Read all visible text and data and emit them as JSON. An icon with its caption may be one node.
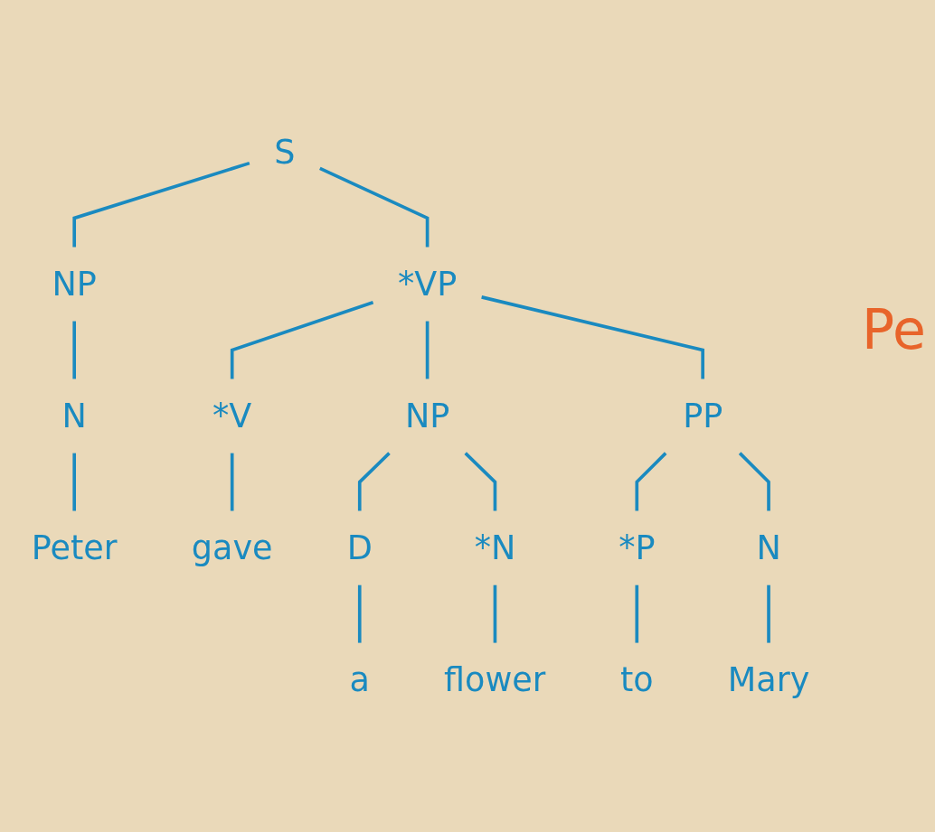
{
  "diagram": {
    "nodes": [
      {
        "text": [
          "S"
        ]
      },
      {
        "text": [
          "NP"
        ]
      },
      {
        "text": [
          "*VP"
        ]
      },
      {
        "text": [
          "N"
        ]
      },
      {
        "text": [
          "*V"
        ]
      },
      {
        "text": [
          "NP"
        ]
      },
      {
        "text": [
          "PP"
        ]
      },
      {
        "text": [
          "D"
        ]
      },
      {
        "text": [
          "*N"
        ]
      },
      {
        "text": [
          "*P"
        ]
      },
      {
        "text": [
          "N"
        ]
      },
      {
        "text": [
          "Peter"
        ]
      },
      {
        "text": [
          "gave"
        ]
      },
      {
        "text": [
          "a"
        ]
      },
      {
        "text": [
          "flower"
        ]
      },
      {
        "text": [
          "to"
        ]
      },
      {
        "text": [
          "Mary"
        ]
      }
    ],
    "edges": [
      {
        "from": 0,
        "to": 1,
        "arrow": "none"
      },
      {
        "from": 0,
        "to": 2,
        "arrow": "none"
      },
      {
        "from": 1,
        "to": 3,
        "arrow": "none"
      },
      {
        "from": 2,
        "to": 4,
        "arrow": "none"
      },
      {
        "from": 2,
        "to": 5,
        "arrow": "none"
      },
      {
        "from": 2,
        "to": 6,
        "arrow": "none"
      },
      {
        "from": 3,
        "to": 11,
        "arrow": "none"
      },
      {
        "from": 4,
        "to": 12,
        "arrow": "none"
      },
      {
        "from": 5,
        "to": 7,
        "arrow": "none"
      },
      {
        "from": 5,
        "to": 8,
        "arrow": "none"
      },
      {
        "from": 6,
        "to": 9,
        "arrow": "none"
      },
      {
        "from": 6,
        "to": 10,
        "arrow": "none"
      },
      {
        "from": 7,
        "to": 13,
        "arrow": "none"
      },
      {
        "from": 8,
        "to": 14,
        "arrow": "none"
      },
      {
        "from": 9,
        "to": 15,
        "arrow": "none"
      },
      {
        "from": 10,
        "to": 16,
        "arrow": "none"
      }
    ],
    "labels": [
      "Pe"
    ]
  }
}
